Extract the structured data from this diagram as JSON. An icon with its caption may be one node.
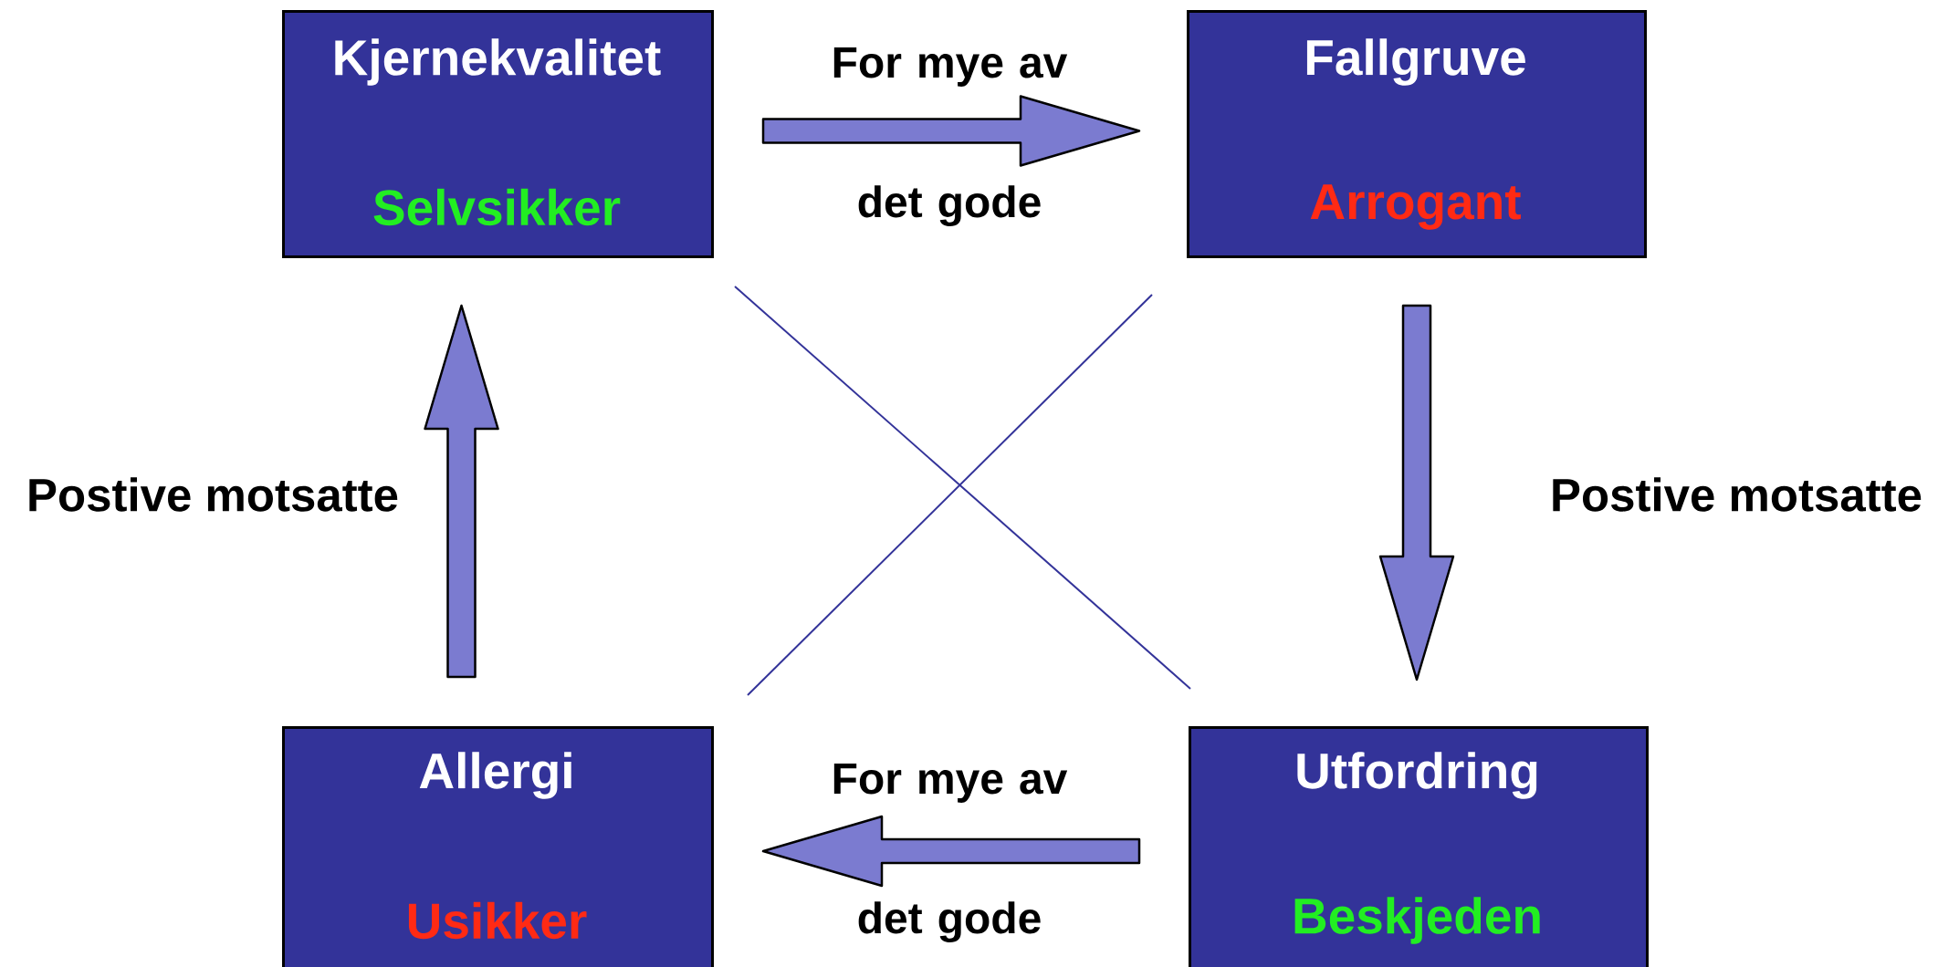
{
  "diagram": {
    "nodes": [
      {
        "text": [
          "Kjernekvalitet",
          "Selvsikker"
        ]
      },
      {
        "text": [
          "Fallgruve",
          "Arrogant"
        ]
      },
      {
        "text": [
          "Allergi",
          "Usikker"
        ]
      },
      {
        "text": [
          "Utfordring",
          "Beskjeden"
        ]
      }
    ],
    "edges": [
      {
        "from": 0,
        "to": 1,
        "arrow": "to",
        "label": "For mye av det gode"
      },
      {
        "from": 1,
        "to": 3,
        "arrow": "to",
        "label": "Postive motsatte"
      },
      {
        "from": 3,
        "to": 2,
        "arrow": "to",
        "label": "For mye av det gode"
      },
      {
        "from": 2,
        "to": 0,
        "arrow": "to",
        "label": "Postive motsatte"
      },
      {
        "from": 0,
        "to": 3,
        "arrow": "none",
        "color": "#333399"
      },
      {
        "from": 1,
        "to": 2,
        "arrow": "none",
        "color": "#333399"
      }
    ]
  }
}
